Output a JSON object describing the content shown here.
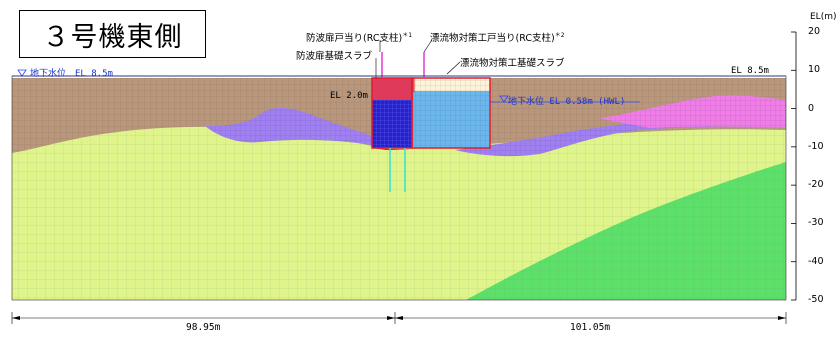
{
  "title": "３号機東側",
  "labels": {
    "seawall_door_stop": "防波扉戸当り(RC支柱)",
    "seawall_door_stop_note": "＊1",
    "debris_door_stop": "漂流物対策工戸当り(RC支柱)",
    "debris_door_stop_note": "＊2",
    "seawall_slab": "防波扉基礎スラブ",
    "debris_slab": "漂流物対策工基礎スラブ",
    "groundwater_left": "地下水位　EL 8.5m",
    "el_right_top": "EL 8.5m",
    "el_2": "EL 2.0m",
    "hwl": "地下水位 EL 0.58m (HWL)"
  },
  "axis": {
    "unit_label": "EL(m)",
    "ticks": [
      "20",
      "10",
      "0",
      "-10",
      "-20",
      "-30",
      "-40",
      "-50"
    ]
  },
  "dimensions": {
    "left": "98.95m",
    "right": "101.05m"
  },
  "colors": {
    "surface_soil": "#b9977d",
    "upper_clay": "#bf9a7c",
    "rock_yellow": "#dff58c",
    "rock_green": "#5ce06a",
    "purple_layer": "#9f7ff2",
    "magenta_layer": "#f07ce8",
    "structure_red": "#e21b2b",
    "structure_blue": "#2a1fc8",
    "structure_lightblue": "#6cb6ee",
    "water_line": "#2244ff",
    "pile_cyan": "#35e0d8"
  }
}
